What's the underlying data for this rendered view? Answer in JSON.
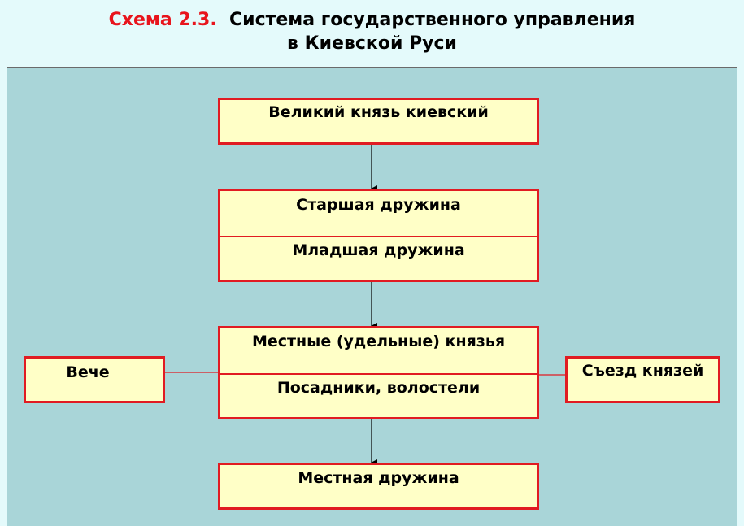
{
  "title": {
    "label": "Схема 2.3.",
    "line1": "Система государственного управления",
    "line2": "в Киевской Руси"
  },
  "nodes": {
    "grand_prince": "Великий князь киевский",
    "senior_retinue": "Старшая дружина",
    "junior_retinue": "Младшая дружина",
    "local_princes": "Местные (удельные) князья",
    "posadniki": "Посадники, волостели",
    "veche": "Вече",
    "congress": "Съезд князей",
    "local_retinue": "Местная дружина"
  },
  "colors": {
    "title_label": "#e8141c",
    "border": "#e11b22",
    "box_fill": "#ffffc7",
    "panel": "#a9d5d8",
    "background": "#e4fafb"
  }
}
